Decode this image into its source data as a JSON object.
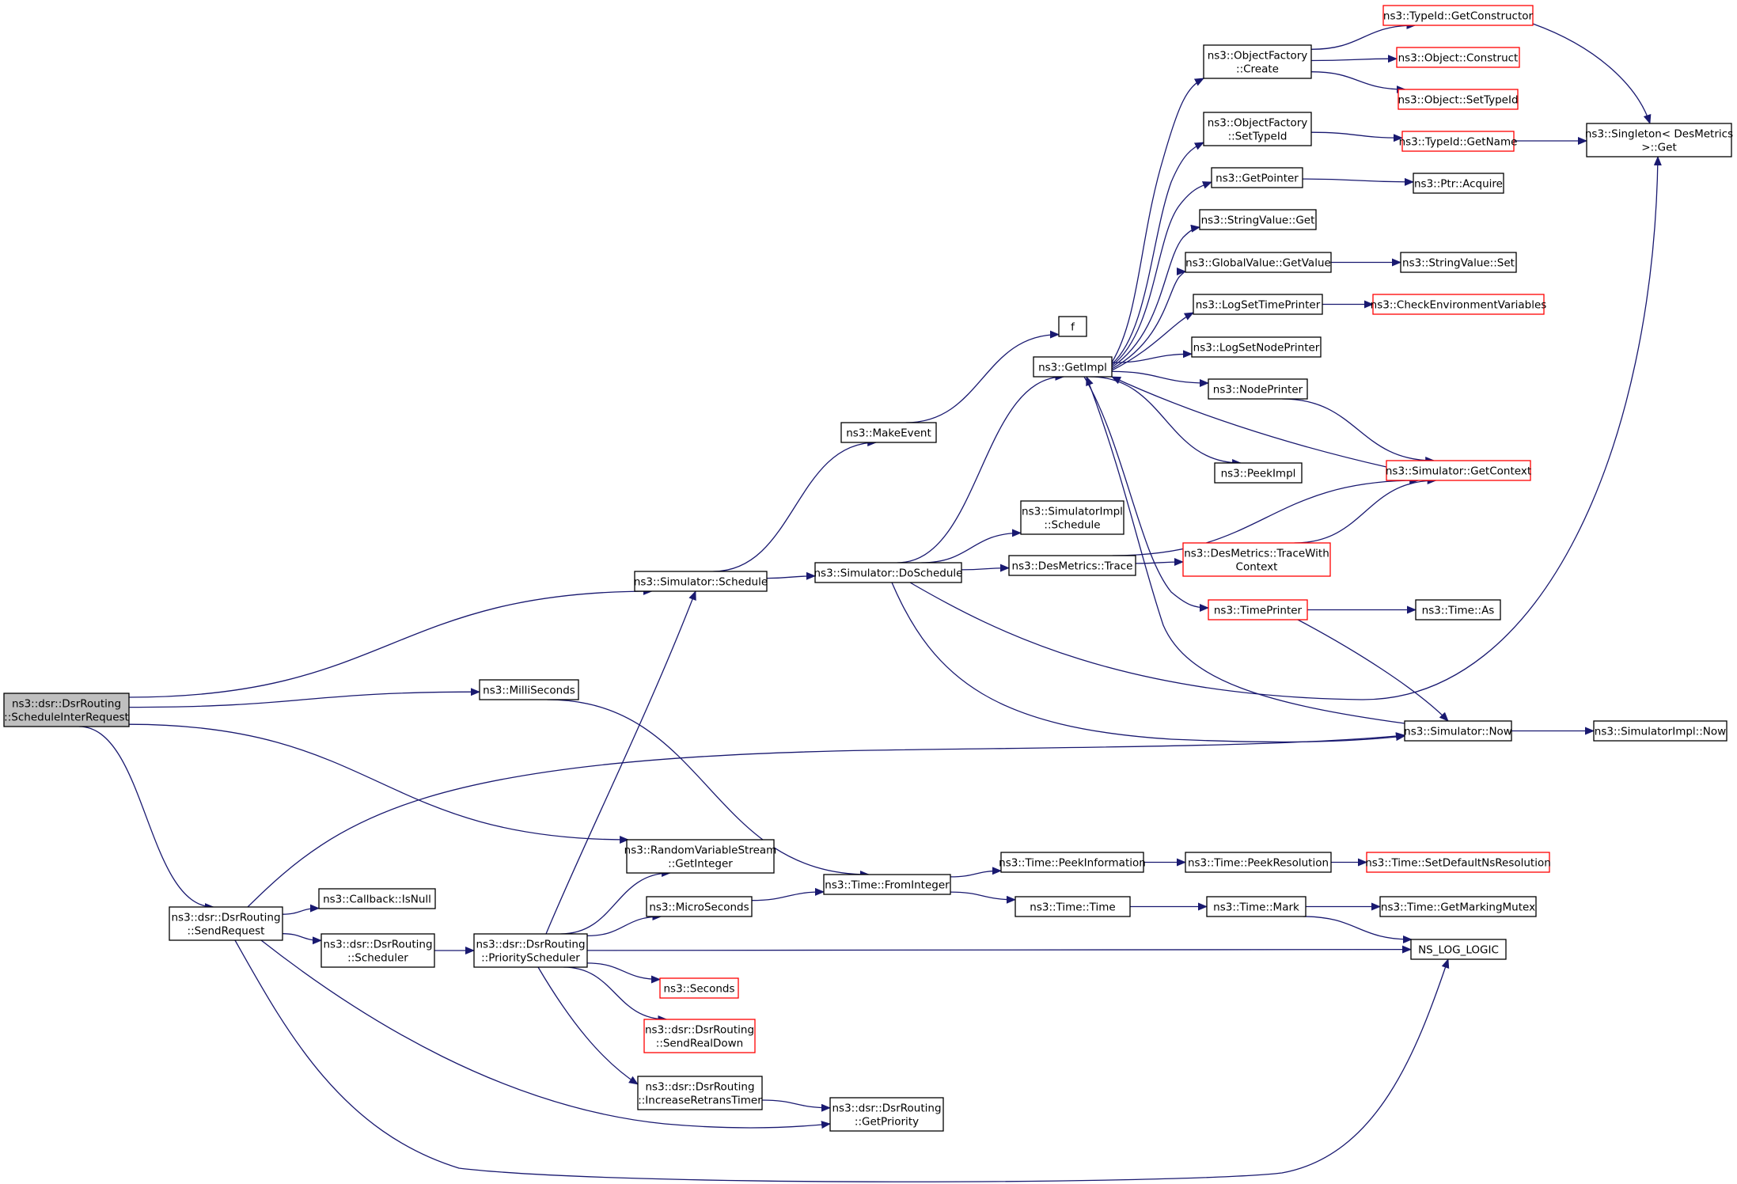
{
  "colors": {
    "edge": "#191970",
    "node_border": "#000000",
    "node_border_truncated": "#ff0000",
    "node_fill": "#ffffff",
    "root_fill": "#bfbfbf"
  },
  "nodes": [
    {
      "id": "schedule_inter_request",
      "lines": [
        "ns3::dsr::DsrRouting",
        "::ScheduleInterRequest"
      ],
      "variant": "root"
    },
    {
      "id": "send_request",
      "lines": [
        "ns3::dsr::DsrRouting",
        "::SendRequest"
      ],
      "variant": "normal"
    },
    {
      "id": "simulator_schedule",
      "lines": [
        "ns3::Simulator::Schedule"
      ],
      "variant": "normal"
    },
    {
      "id": "milliseconds",
      "lines": [
        "ns3::MilliSeconds"
      ],
      "variant": "normal"
    },
    {
      "id": "rvs_get_integer",
      "lines": [
        "ns3::RandomVariableStream",
        "::GetInteger"
      ],
      "variant": "normal"
    },
    {
      "id": "callback_is_null",
      "lines": [
        "ns3::Callback::IsNull"
      ],
      "variant": "normal"
    },
    {
      "id": "dsr_scheduler",
      "lines": [
        "ns3::dsr::DsrRouting",
        "::Scheduler"
      ],
      "variant": "normal"
    },
    {
      "id": "priority_scheduler",
      "lines": [
        "ns3::dsr::DsrRouting",
        "::PriorityScheduler"
      ],
      "variant": "normal"
    },
    {
      "id": "microseconds",
      "lines": [
        "ns3::MicroSeconds"
      ],
      "variant": "normal"
    },
    {
      "id": "seconds",
      "lines": [
        "ns3::Seconds"
      ],
      "variant": "truncated"
    },
    {
      "id": "send_real_down",
      "lines": [
        "ns3::dsr::DsrRouting",
        "::SendRealDown"
      ],
      "variant": "truncated"
    },
    {
      "id": "increase_retrans_timer",
      "lines": [
        "ns3::dsr::DsrRouting",
        "::IncreaseRetransTimer"
      ],
      "variant": "normal"
    },
    {
      "id": "get_priority",
      "lines": [
        "ns3::dsr::DsrRouting",
        "::GetPriority"
      ],
      "variant": "normal"
    },
    {
      "id": "make_event",
      "lines": [
        "ns3::MakeEvent"
      ],
      "variant": "normal"
    },
    {
      "id": "do_schedule",
      "lines": [
        "ns3::Simulator::DoSchedule"
      ],
      "variant": "normal"
    },
    {
      "id": "time_from_integer",
      "lines": [
        "ns3::Time::FromInteger"
      ],
      "variant": "normal"
    },
    {
      "id": "f",
      "lines": [
        "f"
      ],
      "variant": "normal"
    },
    {
      "id": "get_impl",
      "lines": [
        "ns3::GetImpl"
      ],
      "variant": "normal"
    },
    {
      "id": "simulator_impl_schedule",
      "lines": [
        "ns3::SimulatorImpl",
        "::Schedule"
      ],
      "variant": "normal"
    },
    {
      "id": "des_metrics_trace",
      "lines": [
        "ns3::DesMetrics::Trace"
      ],
      "variant": "normal"
    },
    {
      "id": "time_peek_information",
      "lines": [
        "ns3::Time::PeekInformation"
      ],
      "variant": "normal"
    },
    {
      "id": "time_time",
      "lines": [
        "ns3::Time::Time"
      ],
      "variant": "normal"
    },
    {
      "id": "object_factory_create",
      "lines": [
        "ns3::ObjectFactory",
        "::Create"
      ],
      "variant": "normal"
    },
    {
      "id": "object_factory_set_type_id",
      "lines": [
        "ns3::ObjectFactory",
        "::SetTypeId"
      ],
      "variant": "normal"
    },
    {
      "id": "get_pointer",
      "lines": [
        "ns3::GetPointer"
      ],
      "variant": "normal"
    },
    {
      "id": "string_value_get",
      "lines": [
        "ns3::StringValue::Get"
      ],
      "variant": "normal"
    },
    {
      "id": "global_value_get_value",
      "lines": [
        "ns3::GlobalValue::GetValue"
      ],
      "variant": "normal"
    },
    {
      "id": "log_set_time_printer",
      "lines": [
        "ns3::LogSetTimePrinter"
      ],
      "variant": "normal"
    },
    {
      "id": "log_set_node_printer",
      "lines": [
        "ns3::LogSetNodePrinter"
      ],
      "variant": "normal"
    },
    {
      "id": "node_printer",
      "lines": [
        "ns3::NodePrinter"
      ],
      "variant": "normal"
    },
    {
      "id": "peek_impl",
      "lines": [
        "ns3::PeekImpl"
      ],
      "variant": "normal"
    },
    {
      "id": "trace_with_context",
      "lines": [
        "ns3::DesMetrics::TraceWith",
        "Context"
      ],
      "variant": "truncated"
    },
    {
      "id": "time_printer",
      "lines": [
        "ns3::TimePrinter"
      ],
      "variant": "truncated"
    },
    {
      "id": "time_peek_resolution",
      "lines": [
        "ns3::Time::PeekResolution"
      ],
      "variant": "normal"
    },
    {
      "id": "time_mark",
      "lines": [
        "ns3::Time::Mark"
      ],
      "variant": "normal"
    },
    {
      "id": "type_id_get_constructor",
      "lines": [
        "ns3::TypeId::GetConstructor"
      ],
      "variant": "truncated"
    },
    {
      "id": "object_construct",
      "lines": [
        "ns3::Object::Construct"
      ],
      "variant": "truncated"
    },
    {
      "id": "object_set_type_id",
      "lines": [
        "ns3::Object::SetTypeId"
      ],
      "variant": "truncated"
    },
    {
      "id": "type_id_get_name",
      "lines": [
        "ns3::TypeId::GetName"
      ],
      "variant": "truncated"
    },
    {
      "id": "ptr_acquire",
      "lines": [
        "ns3::Ptr::Acquire"
      ],
      "variant": "normal"
    },
    {
      "id": "string_value_set",
      "lines": [
        "ns3::StringValue::Set"
      ],
      "variant": "normal"
    },
    {
      "id": "check_environment_variables",
      "lines": [
        "ns3::CheckEnvironmentVariables"
      ],
      "variant": "truncated"
    },
    {
      "id": "simulator_get_context",
      "lines": [
        "ns3::Simulator::GetContext"
      ],
      "variant": "truncated"
    },
    {
      "id": "time_as",
      "lines": [
        "ns3::Time::As"
      ],
      "variant": "normal"
    },
    {
      "id": "simulator_now",
      "lines": [
        "ns3::Simulator::Now"
      ],
      "variant": "normal"
    },
    {
      "id": "time_set_default_ns_resolution",
      "lines": [
        "ns3::Time::SetDefaultNsResolution"
      ],
      "variant": "truncated"
    },
    {
      "id": "time_get_marking_mutex",
      "lines": [
        "ns3::Time::GetMarkingMutex"
      ],
      "variant": "normal"
    },
    {
      "id": "ns_log_logic",
      "lines": [
        "NS_LOG_LOGIC"
      ],
      "variant": "normal"
    },
    {
      "id": "singleton_get",
      "lines": [
        "ns3::Singleton< DesMetrics",
        " >::Get"
      ],
      "variant": "normal"
    },
    {
      "id": "simulator_impl_now",
      "lines": [
        "ns3::SimulatorImpl::Now"
      ],
      "variant": "normal"
    }
  ],
  "edges": [
    {
      "from": "schedule_inter_request",
      "to": "simulator_schedule"
    },
    {
      "from": "schedule_inter_request",
      "to": "milliseconds"
    },
    {
      "from": "schedule_inter_request",
      "to": "rvs_get_integer"
    },
    {
      "from": "schedule_inter_request",
      "to": "send_request"
    },
    {
      "from": "send_request",
      "to": "callback_is_null"
    },
    {
      "from": "send_request",
      "to": "dsr_scheduler"
    },
    {
      "from": "send_request",
      "to": "get_priority"
    },
    {
      "from": "send_request",
      "to": "simulator_now"
    },
    {
      "from": "send_request",
      "to": "ns_log_logic"
    },
    {
      "from": "dsr_scheduler",
      "to": "priority_scheduler"
    },
    {
      "from": "priority_scheduler",
      "to": "simulator_schedule"
    },
    {
      "from": "priority_scheduler",
      "to": "rvs_get_integer"
    },
    {
      "from": "priority_scheduler",
      "to": "microseconds"
    },
    {
      "from": "priority_scheduler",
      "to": "ns_log_logic"
    },
    {
      "from": "priority_scheduler",
      "to": "seconds"
    },
    {
      "from": "priority_scheduler",
      "to": "send_real_down"
    },
    {
      "from": "priority_scheduler",
      "to": "increase_retrans_timer"
    },
    {
      "from": "increase_retrans_timer",
      "to": "get_priority"
    },
    {
      "from": "simulator_schedule",
      "to": "make_event"
    },
    {
      "from": "simulator_schedule",
      "to": "do_schedule"
    },
    {
      "from": "milliseconds",
      "to": "time_from_integer"
    },
    {
      "from": "microseconds",
      "to": "time_from_integer"
    },
    {
      "from": "make_event",
      "to": "f"
    },
    {
      "from": "do_schedule",
      "to": "get_impl"
    },
    {
      "from": "do_schedule",
      "to": "simulator_impl_schedule"
    },
    {
      "from": "do_schedule",
      "to": "des_metrics_trace"
    },
    {
      "from": "do_schedule",
      "to": "singleton_get"
    },
    {
      "from": "do_schedule",
      "to": "simulator_now"
    },
    {
      "from": "time_from_integer",
      "to": "time_peek_information"
    },
    {
      "from": "time_from_integer",
      "to": "time_time"
    },
    {
      "from": "time_peek_information",
      "to": "time_peek_resolution"
    },
    {
      "from": "time_peek_resolution",
      "to": "time_set_default_ns_resolution"
    },
    {
      "from": "time_time",
      "to": "time_mark"
    },
    {
      "from": "time_mark",
      "to": "time_get_marking_mutex"
    },
    {
      "from": "time_mark",
      "to": "ns_log_logic"
    },
    {
      "from": "des_metrics_trace",
      "to": "simulator_get_context"
    },
    {
      "from": "des_metrics_trace",
      "to": "trace_with_context"
    },
    {
      "from": "trace_with_context",
      "to": "simulator_get_context"
    },
    {
      "from": "get_impl",
      "to": "object_factory_create"
    },
    {
      "from": "get_impl",
      "to": "object_factory_set_type_id"
    },
    {
      "from": "get_impl",
      "to": "get_pointer"
    },
    {
      "from": "get_impl",
      "to": "string_value_get"
    },
    {
      "from": "get_impl",
      "to": "global_value_get_value"
    },
    {
      "from": "get_impl",
      "to": "log_set_time_printer"
    },
    {
      "from": "get_impl",
      "to": "log_set_node_printer"
    },
    {
      "from": "get_impl",
      "to": "node_printer"
    },
    {
      "from": "get_impl",
      "to": "peek_impl"
    },
    {
      "from": "get_impl",
      "to": "time_printer"
    },
    {
      "from": "simulator_get_context",
      "to": "get_impl"
    },
    {
      "from": "simulator_now",
      "to": "get_impl"
    },
    {
      "from": "object_factory_create",
      "to": "type_id_get_constructor"
    },
    {
      "from": "object_factory_create",
      "to": "object_construct"
    },
    {
      "from": "object_factory_create",
      "to": "object_set_type_id"
    },
    {
      "from": "object_factory_set_type_id",
      "to": "type_id_get_name"
    },
    {
      "from": "type_id_get_constructor",
      "to": "singleton_get"
    },
    {
      "from": "type_id_get_name",
      "to": "singleton_get"
    },
    {
      "from": "get_pointer",
      "to": "ptr_acquire"
    },
    {
      "from": "global_value_get_value",
      "to": "string_value_set"
    },
    {
      "from": "log_set_time_printer",
      "to": "check_environment_variables"
    },
    {
      "from": "node_printer",
      "to": "simulator_get_context"
    },
    {
      "from": "time_printer",
      "to": "time_as"
    },
    {
      "from": "time_printer",
      "to": "simulator_now"
    },
    {
      "from": "simulator_now",
      "to": "simulator_impl_now"
    }
  ]
}
